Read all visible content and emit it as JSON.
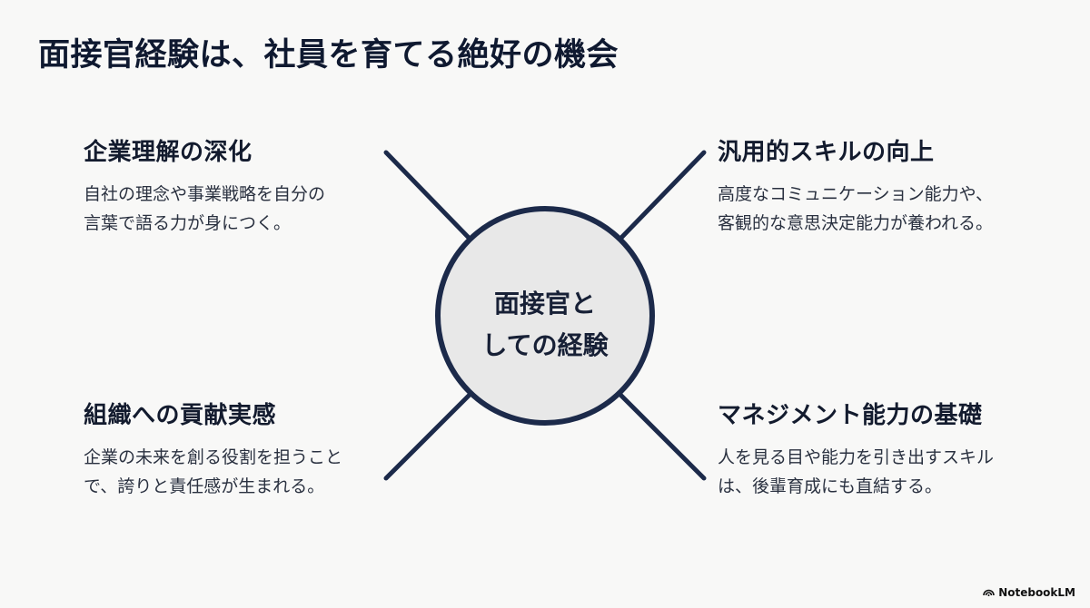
{
  "title": "面接官経験は、社員を育てる絶好の機会",
  "center": {
    "line1": "面接官と",
    "line2": "しての経験"
  },
  "benefits": [
    {
      "heading": "企業理解の深化",
      "line1": "自社の理念や事業戦略を自分の",
      "line2": "言葉で語る力が身につく。"
    },
    {
      "heading": "汎用的スキルの向上",
      "line1": "高度なコミュニケーション能力や、",
      "line2": "客観的な意思決定能力が養われる。"
    },
    {
      "heading": "組織への貢献実感",
      "line1": "企業の未来を創る役割を担うこと",
      "line2": "で、誇りと責任感が生まれる。"
    },
    {
      "heading": "マネジメント能力の基礎",
      "line1": "人を見る目や能力を引き出すスキル",
      "line2": "は、後輩育成にも直結する。"
    }
  ],
  "footer": {
    "brand": "NotebookLM",
    "brand_icon": "notebooklm-logo-icon"
  },
  "colors": {
    "background": "#f8f8f7",
    "lines": "#1c2a4a",
    "circle_fill": "#e8e8e8",
    "text": "#131b2e"
  }
}
